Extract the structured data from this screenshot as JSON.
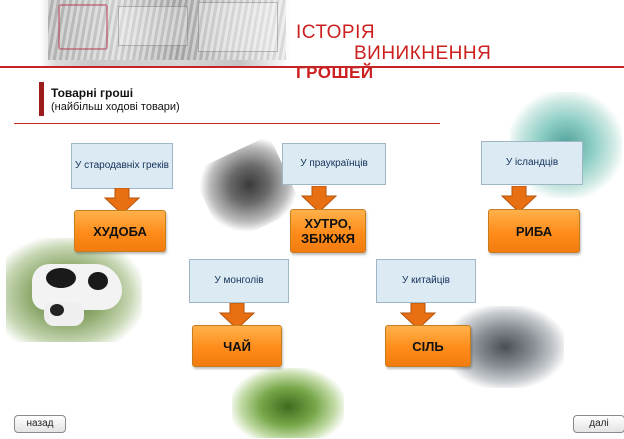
{
  "header": {
    "title_line1": "ІСТОРІЯ",
    "title_line2": "ВИНИКНЕННЯ",
    "title_line3": "ГРОШЕЙ"
  },
  "section": {
    "title": "Товарні  гроші",
    "note": "(найбільш ходові товари)"
  },
  "flow": [
    {
      "people": "У стародавніх греків",
      "goods": "ХУДОБА"
    },
    {
      "people": "У праукраїнців",
      "goods": "ХУТРО, ЗБІЖЖЯ"
    },
    {
      "people": "У ісландців",
      "goods": "РИБА"
    },
    {
      "people": "У монголів",
      "goods": "ЧАЙ"
    },
    {
      "people": "У китайців",
      "goods": "СІЛЬ"
    }
  ],
  "navigation": {
    "back_label": "назад",
    "next_label": "далі"
  },
  "colors": {
    "title": "#cc1f1f",
    "rule": "#c42424",
    "people_box": "#dbeaf3",
    "goods_box": "#ff8c1a",
    "arrow": "#e86f12"
  },
  "icons": {
    "arrow": "down-arrow-icon"
  }
}
